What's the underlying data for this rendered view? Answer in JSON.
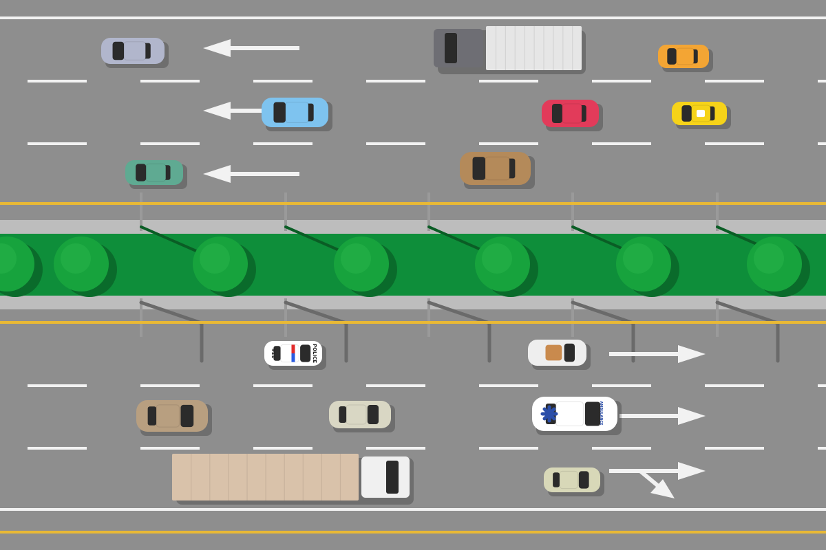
{
  "colors": {
    "asphalt": "#8e8e8e",
    "lane_line": "#f2f2f2",
    "yellow_line": "#e9b935",
    "sidewalk": "#bdbdbd",
    "median_green": "#0e8e3a",
    "tree_green": "#17a33d",
    "tree_shadow": "#0a6b2b",
    "pole": "#9a9a9a"
  },
  "vehicle_labels": {
    "police": "POLICE",
    "police_number": "911",
    "ambulance": "AMBULANCE"
  },
  "vehicles": [
    {
      "id": "sedan-grey",
      "type": "car",
      "body": "#b1b6cc",
      "facing": "left"
    },
    {
      "id": "sedan-blue",
      "type": "car",
      "body": "#7ec3ef",
      "facing": "left"
    },
    {
      "id": "sedan-teal",
      "type": "car",
      "body": "#5faa92",
      "facing": "left"
    },
    {
      "id": "box-truck",
      "type": "truck",
      "body": "#e6e6e6",
      "cab": "#6e6e74",
      "facing": "left"
    },
    {
      "id": "pickup-brown",
      "type": "pickup",
      "body": "#b48a5a",
      "facing": "left"
    },
    {
      "id": "sports-red",
      "type": "car",
      "body": "#e23b5a",
      "facing": "left"
    },
    {
      "id": "car-orange",
      "type": "car",
      "body": "#f3a534",
      "facing": "left"
    },
    {
      "id": "taxi",
      "type": "taxi",
      "body": "#f6d319",
      "facing": "left"
    },
    {
      "id": "police-car",
      "type": "police",
      "body": "#ffffff",
      "facing": "right"
    },
    {
      "id": "suv-tan",
      "type": "suv",
      "body": "#b89f80",
      "facing": "right"
    },
    {
      "id": "jeep",
      "type": "suv",
      "body": "#d9d7c4",
      "facing": "right"
    },
    {
      "id": "semi-truck",
      "type": "semi",
      "body": "#d9c2aa",
      "cab": "#f0f0f0",
      "facing": "right"
    },
    {
      "id": "convertible",
      "type": "convertible",
      "body": "#eeeeee",
      "facing": "right"
    },
    {
      "id": "ambulance",
      "type": "ambulance",
      "body": "#ffffff",
      "facing": "right"
    },
    {
      "id": "sedan-beige",
      "type": "car",
      "body": "#d8d8b8",
      "facing": "right"
    }
  ],
  "arrows": [
    {
      "id": "arrow-left-1",
      "direction": "left"
    },
    {
      "id": "arrow-left-2",
      "direction": "left"
    },
    {
      "id": "arrow-left-3",
      "direction": "left"
    },
    {
      "id": "arrow-right-1",
      "direction": "right"
    },
    {
      "id": "arrow-right-2",
      "direction": "right"
    },
    {
      "id": "arrow-right-turn",
      "direction": "right-and-turn"
    }
  ]
}
